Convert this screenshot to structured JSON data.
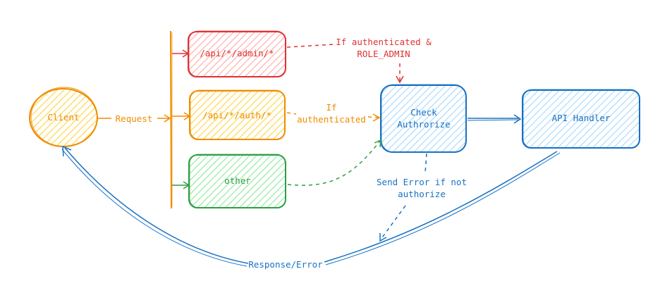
{
  "nodes": {
    "client": {
      "label": "Client"
    },
    "admin": {
      "label": "/api/*/admin/*"
    },
    "auth": {
      "label": "/api/*/auth/*"
    },
    "other": {
      "label": "other"
    },
    "check": {
      "line1": "Check",
      "line2": "Authrorize"
    },
    "handler": {
      "label": "API Handler"
    }
  },
  "edges": {
    "request": "Request",
    "admin_cond": {
      "line1": "If authenticated &",
      "line2": "ROLE_ADMIN"
    },
    "auth_cond": {
      "line1": "If",
      "line2": "authenticated"
    },
    "send_error": {
      "line1": "Send Error if not",
      "line2": "authorize"
    },
    "response": "Response/Error"
  },
  "colors": {
    "orange": "#f08c00",
    "orange_fill": "#ffec99",
    "red": "#e03131",
    "red_fill": "#ffc9c9",
    "green": "#2f9e44",
    "green_fill": "#b2f2bb",
    "blue": "#1971c2",
    "blue_fill": "#a5d8ff"
  }
}
